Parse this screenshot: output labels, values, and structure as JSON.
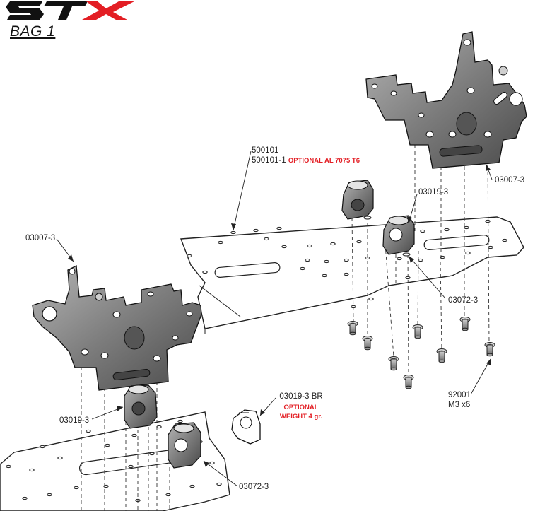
{
  "header": {
    "logo_text": "STX",
    "bag_title": "BAG 1"
  },
  "colors": {
    "brand_red": "#e31e24",
    "part_gray": "#8a8a8a",
    "line": "#333333"
  },
  "callouts": {
    "plate_part": "500101",
    "plate_alt_part": "500101-1",
    "plate_alt_note": "OPTIONAL AL 7075 T6",
    "bulkhead_right": "03007-3",
    "bulkhead_left": "03007-3",
    "mount_right": "03019-3",
    "mount_left": "03019-3",
    "spacer_right": "03072-3",
    "spacer_left": "03072-3",
    "brass_part": "03019-3 BR",
    "brass_note_1": "OPTIONAL",
    "brass_note_2": "WEIGHT 4 gr.",
    "screw_part": "92001",
    "screw_qty": "M3 x6"
  }
}
